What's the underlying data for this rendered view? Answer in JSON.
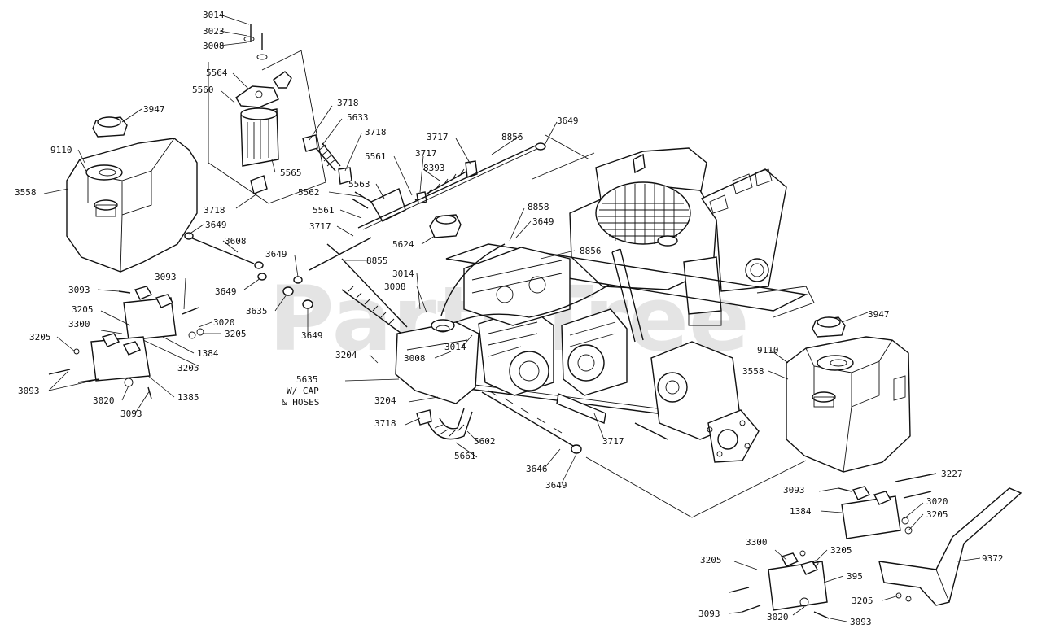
{
  "watermark": "PartsTree",
  "callouts": {
    "c3014a": "3014",
    "c3023": "3023",
    "c3008a": "3008",
    "c5564": "5564",
    "c5560": "5560",
    "c3947a": "3947",
    "c9110a": "9110",
    "c3558a": "3558",
    "c5565": "5565",
    "c3718a": "3718",
    "c5633": "5633",
    "c3718b": "3718",
    "c3717a": "3717",
    "c8856a": "8856",
    "c3649a": "3649",
    "c5561a": "5561",
    "c3717b": "3717",
    "c8393": "8393",
    "c5563": "5563",
    "c5562": "5562",
    "c3718c": "3718",
    "c5561b": "5561",
    "c3717c": "3717",
    "c3649b": "3649",
    "c3608": "3608",
    "c8858": "8858",
    "c3649c": "3649",
    "c5624": "5624",
    "c8856b": "8856",
    "c3649d": "3649",
    "c8855": "8855",
    "c3649e": "3649",
    "c3014b": "3014",
    "c3008b": "3008",
    "c3635": "3635",
    "c3649f": "3649",
    "c3093a": "3093",
    "c3093b": "3093",
    "c3205a": "3205",
    "c3205b": "3205",
    "c3300a": "3300",
    "c3020a": "3020",
    "c3205c": "3205",
    "c1384a": "1384",
    "c3205d": "3205",
    "c3093c": "3093",
    "c3020b": "3020",
    "c1385": "1385",
    "c3093d": "3093",
    "c3204a": "3204",
    "c3008c": "3008",
    "c3014c": "3014",
    "c5635": "5635",
    "c5635note1": "W/ CAP",
    "c5635note2": "& HOSES",
    "c3204b": "3204",
    "c3718d": "3718",
    "c5602": "5602",
    "c5661": "5661",
    "c3717d": "3717",
    "c3646": "3646",
    "c3649g": "3649",
    "c3947b": "3947",
    "c9110b": "9110",
    "c3558b": "3558",
    "c3227": "3227",
    "c3093e": "3093",
    "c3020c": "3020",
    "c1384b": "1384",
    "c3205e": "3205",
    "c9372": "9372",
    "c3300b": "3300",
    "c3205f": "3205",
    "c3205g": "3205",
    "c395": "395",
    "c3205h": "3205",
    "c3093f": "3093",
    "c3020d": "3020",
    "c3093g": "3093"
  }
}
